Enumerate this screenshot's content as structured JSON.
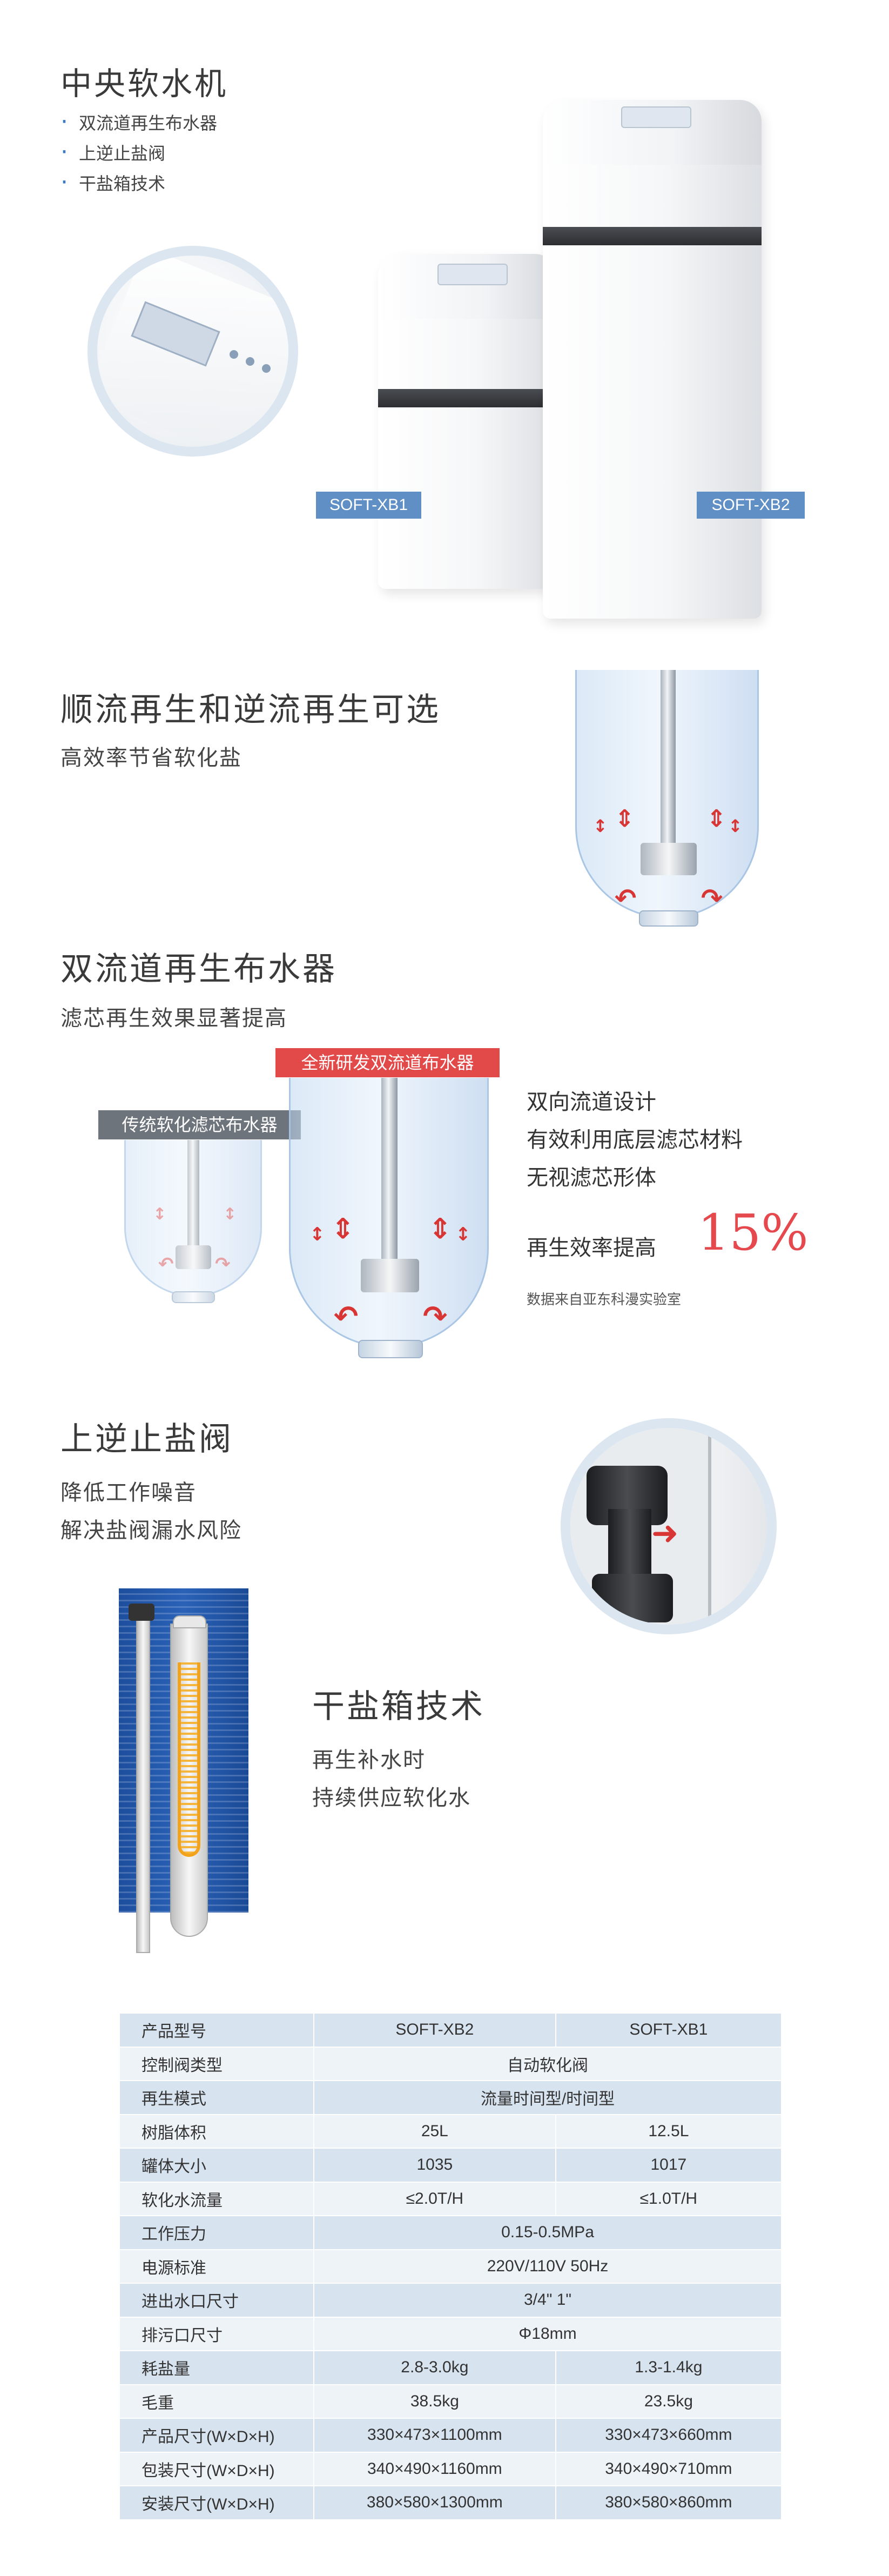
{
  "section1": {
    "title": "中央软水机",
    "bullets": [
      "双流道再生布水器",
      "上逆止盐阀",
      "干盐箱技术"
    ],
    "tag_small": "SOFT-XB1",
    "tag_large": "SOFT-XB2"
  },
  "section2": {
    "title": "顺流再生和逆流再生可选",
    "subtitle": "高效率节省软化盐"
  },
  "section3": {
    "title": "双流道再生布水器",
    "subtitle": "滤芯再生效果显著提高",
    "label_new": "全新研发双流道布水器",
    "label_old": "传统软化滤芯布水器",
    "features": [
      "双向流道设计",
      "有效利用底层滤芯材料",
      "无视滤芯形体"
    ],
    "efficiency_label": "再生效率提高",
    "efficiency_value": "15%",
    "source_note": "数据来自亚东科漫实验室"
  },
  "section4": {
    "title": "上逆止盐阀",
    "lines": [
      "降低工作噪音",
      "解决盐阀漏水风险"
    ]
  },
  "section5": {
    "title": "干盐箱技术",
    "lines": [
      "再生补水时",
      "持续供应软化水"
    ]
  },
  "spec_table": {
    "header": {
      "label": "产品型号",
      "col1": "SOFT-XB2",
      "col2": "SOFT-XB1"
    },
    "rows": [
      {
        "label": "控制阀类型",
        "merged": "自动软化阀"
      },
      {
        "label": "再生模式",
        "merged": "流量时间型/时间型"
      },
      {
        "label": "树脂体积",
        "col1": "25L",
        "col2": "12.5L"
      },
      {
        "label": "罐体大小",
        "col1": "1035",
        "col2": "1017"
      },
      {
        "label": "软化水流量",
        "col1": "≤2.0T/H",
        "col2": "≤1.0T/H"
      },
      {
        "label": "工作压力",
        "merged": "0.15-0.5MPa"
      },
      {
        "label": "电源标准",
        "merged": "220V/110V 50Hz"
      },
      {
        "label": "进出水口尺寸",
        "merged": "3/4\"  1\""
      },
      {
        "label": "排污口尺寸",
        "merged": "Φ18mm"
      },
      {
        "label": "耗盐量",
        "col1": "2.8-3.0kg",
        "col2": "1.3-1.4kg"
      },
      {
        "label": "毛重",
        "col1": "38.5kg",
        "col2": "23.5kg"
      },
      {
        "label": "产品尺寸(W×D×H)",
        "col1": "330×473×1100mm",
        "col2": "330×473×660mm"
      },
      {
        "label": "包装尺寸(W×D×H)",
        "col1": "340×490×1160mm",
        "col2": "340×490×710mm"
      },
      {
        "label": "安装尺寸(W×D×H)",
        "col1": "380×580×1300mm",
        "col2": "380×580×860mm"
      }
    ]
  }
}
